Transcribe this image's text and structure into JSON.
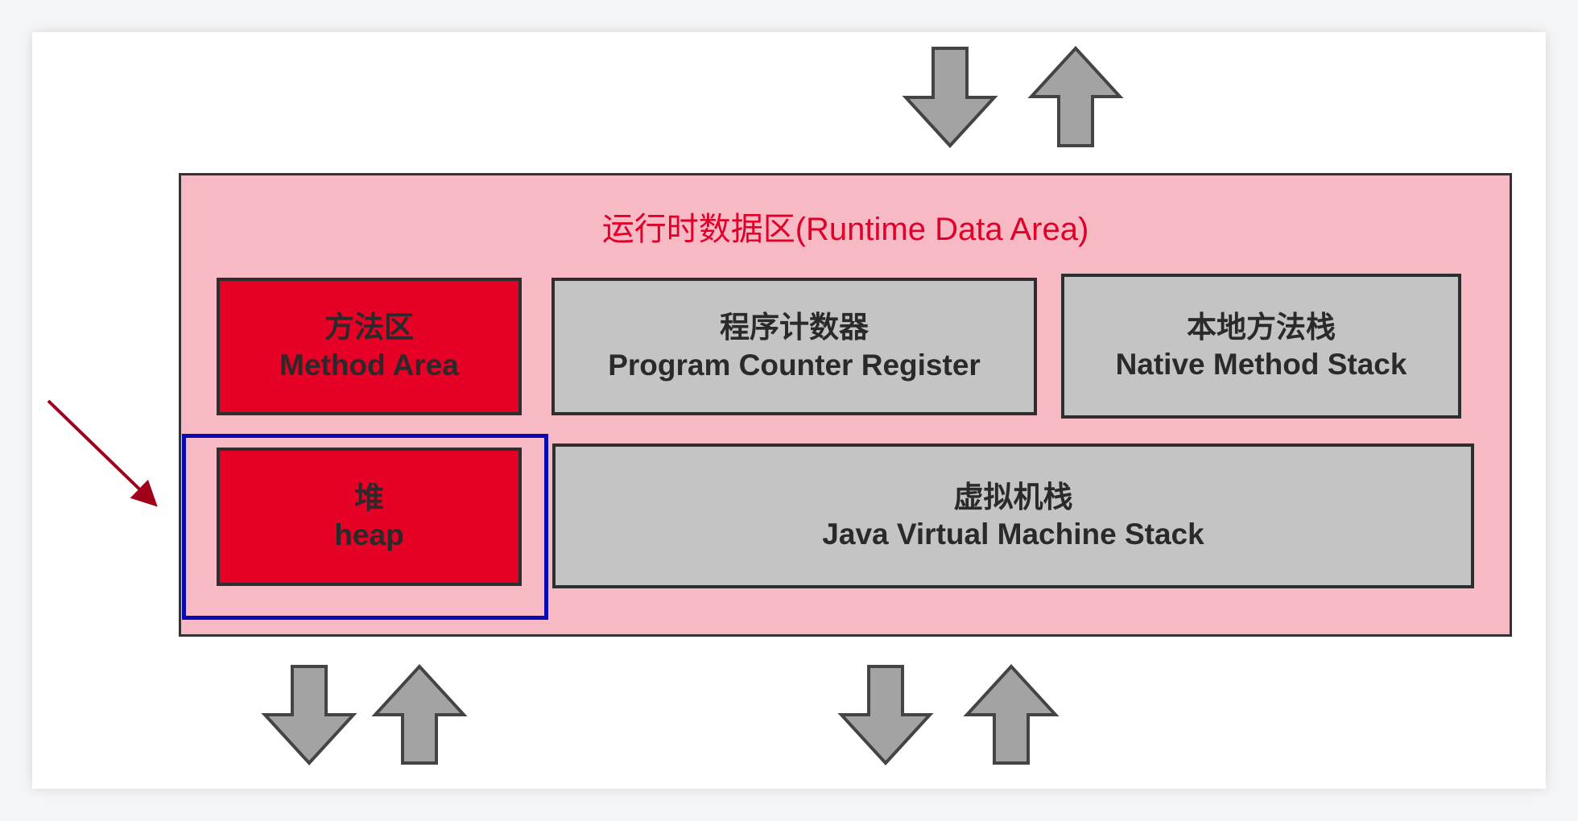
{
  "diagram": {
    "title": "运行时数据区(Runtime Data Area)",
    "boxes": {
      "method_area": {
        "zh": "方法区",
        "en": "Method Area"
      },
      "pc_register": {
        "zh": "程序计数器",
        "en": "Program Counter Register"
      },
      "native_stack": {
        "zh": "本地方法栈",
        "en": "Native Method Stack"
      },
      "heap": {
        "zh": "堆",
        "en": "heap"
      },
      "jvm_stack": {
        "zh": "虚拟机栈",
        "en": "Java Virtual Machine Stack"
      }
    },
    "highlight": "heap",
    "colors": {
      "shared_area": "#e60026",
      "thread_area": "#c4c4c4",
      "background": "#f7b9c3",
      "highlight": "#0a0ab4",
      "pointer": "#a0001a"
    }
  }
}
